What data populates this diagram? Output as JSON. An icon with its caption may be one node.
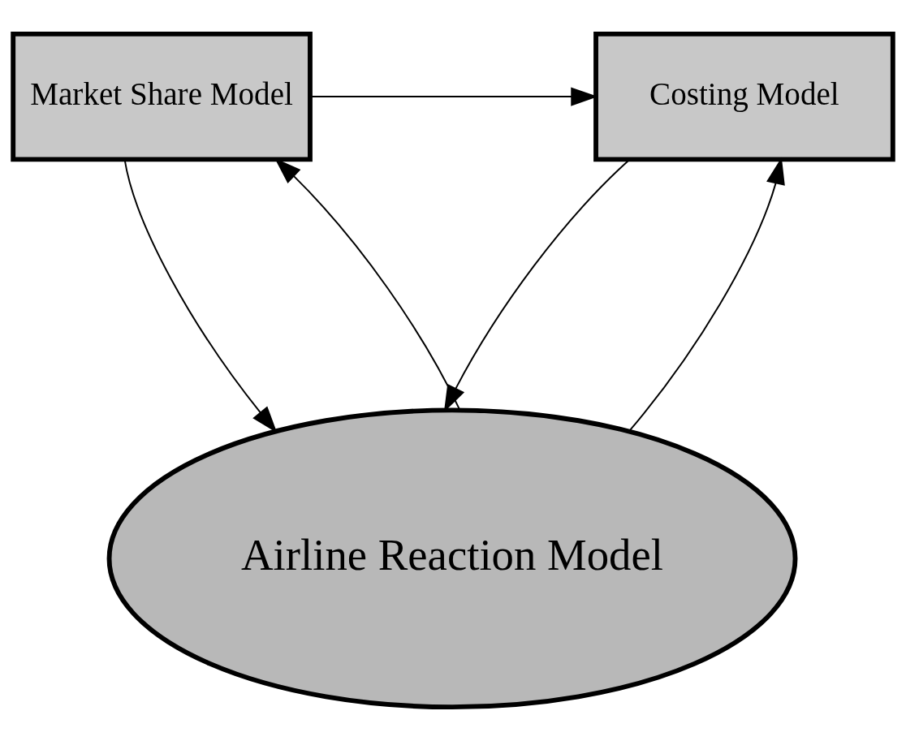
{
  "diagram": {
    "nodes": [
      {
        "text": [
          "Market Share Model"
        ]
      },
      {
        "text": [
          "Costing Model"
        ]
      },
      {
        "text": [
          "Airline Reaction Model"
        ]
      }
    ],
    "edges": [
      {
        "from": 0,
        "to": 1,
        "arrow": "to"
      },
      {
        "from": 0,
        "to": 2,
        "arrow": "to"
      },
      {
        "from": 1,
        "to": 2,
        "arrow": "to"
      },
      {
        "from": 2,
        "to": 0,
        "arrow": "to"
      },
      {
        "from": 2,
        "to": 1,
        "arrow": "to"
      }
    ]
  }
}
